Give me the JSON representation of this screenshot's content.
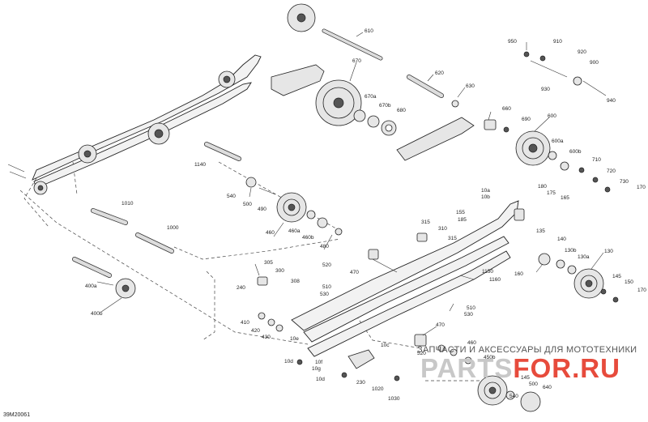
{
  "diagram": {
    "code": "39M20061",
    "labels": [
      {
        "id": "610",
        "text": "610"
      },
      {
        "id": "620",
        "text": "620"
      },
      {
        "id": "630",
        "text": "630"
      },
      {
        "id": "670",
        "text": "670"
      },
      {
        "id": "670a",
        "text": "670a"
      },
      {
        "id": "670b",
        "text": "670b"
      },
      {
        "id": "680",
        "text": "680"
      },
      {
        "id": "950",
        "text": "950"
      },
      {
        "id": "910",
        "text": "910"
      },
      {
        "id": "920",
        "text": "920"
      },
      {
        "id": "900",
        "text": "900"
      },
      {
        "id": "930",
        "text": "930"
      },
      {
        "id": "940",
        "text": "940"
      },
      {
        "id": "660",
        "text": "660"
      },
      {
        "id": "690",
        "text": "690"
      },
      {
        "id": "600",
        "text": "600"
      },
      {
        "id": "600a",
        "text": "600a"
      },
      {
        "id": "600b",
        "text": "600b"
      },
      {
        "id": "710",
        "text": "710"
      },
      {
        "id": "720",
        "text": "720"
      },
      {
        "id": "730",
        "text": "730"
      },
      {
        "id": "170a",
        "text": "170"
      },
      {
        "id": "1140",
        "text": "1140"
      },
      {
        "id": "540",
        "text": "540"
      },
      {
        "id": "500",
        "text": "500"
      },
      {
        "id": "490",
        "text": "490"
      },
      {
        "id": "460",
        "text": "460"
      },
      {
        "id": "460a",
        "text": "460a"
      },
      {
        "id": "460b",
        "text": "460b"
      },
      {
        "id": "480",
        "text": "480"
      },
      {
        "id": "1010",
        "text": "1010"
      },
      {
        "id": "1000",
        "text": "1000"
      },
      {
        "id": "400a",
        "text": "400a"
      },
      {
        "id": "400b",
        "text": "400b"
      },
      {
        "id": "10a",
        "text": "10a"
      },
      {
        "id": "10b",
        "text": "10b"
      },
      {
        "id": "180",
        "text": "180"
      },
      {
        "id": "175",
        "text": "175"
      },
      {
        "id": "165",
        "text": "165"
      },
      {
        "id": "155",
        "text": "155"
      },
      {
        "id": "185",
        "text": "185"
      },
      {
        "id": "315a",
        "text": "315"
      },
      {
        "id": "310",
        "text": "310"
      },
      {
        "id": "315b",
        "text": "315"
      },
      {
        "id": "135",
        "text": "135"
      },
      {
        "id": "140",
        "text": "140"
      },
      {
        "id": "130b",
        "text": "130b"
      },
      {
        "id": "130a",
        "text": "130a"
      },
      {
        "id": "130",
        "text": "130"
      },
      {
        "id": "160",
        "text": "160"
      },
      {
        "id": "145",
        "text": "145"
      },
      {
        "id": "150",
        "text": "150"
      },
      {
        "id": "170b",
        "text": "170"
      },
      {
        "id": "520",
        "text": "520"
      },
      {
        "id": "470a",
        "text": "470"
      },
      {
        "id": "305",
        "text": "305"
      },
      {
        "id": "300",
        "text": "300"
      },
      {
        "id": "308",
        "text": "308"
      },
      {
        "id": "240",
        "text": "240"
      },
      {
        "id": "510a",
        "text": "510"
      },
      {
        "id": "530a",
        "text": "530"
      },
      {
        "id": "1150",
        "text": "1150"
      },
      {
        "id": "1160",
        "text": "1160"
      },
      {
        "id": "510b",
        "text": "510"
      },
      {
        "id": "530b",
        "text": "530"
      },
      {
        "id": "410",
        "text": "410"
      },
      {
        "id": "420",
        "text": "420"
      },
      {
        "id": "430",
        "text": "430"
      },
      {
        "id": "470b",
        "text": "470"
      },
      {
        "id": "10e",
        "text": "10e"
      },
      {
        "id": "10c",
        "text": "10c"
      },
      {
        "id": "10d1",
        "text": "10d"
      },
      {
        "id": "10f",
        "text": "10f"
      },
      {
        "id": "10g",
        "text": "10g"
      },
      {
        "id": "10d2",
        "text": "10d"
      },
      {
        "id": "230",
        "text": "230"
      },
      {
        "id": "1020",
        "text": "1020"
      },
      {
        "id": "1030",
        "text": "1030"
      },
      {
        "id": "520b",
        "text": "520"
      },
      {
        "id": "460c",
        "text": "460"
      },
      {
        "id": "450b",
        "text": "450b"
      },
      {
        "id": "145b",
        "text": "145"
      },
      {
        "id": "500b",
        "text": "500"
      },
      {
        "id": "540b",
        "text": "540"
      },
      {
        "id": "640",
        "text": "640"
      }
    ]
  },
  "watermark": {
    "line1": "ЗАПЧАСТИ И АКСЕССУАРЫ ДЛЯ МОТОТЕХНИКИ",
    "brand_part1": "PARTS",
    "brand_part2": "FOR",
    "brand_part3": ".RU"
  },
  "colors": {
    "accent": "#e74b3c",
    "watermark_grey": "#c8c8c8"
  }
}
